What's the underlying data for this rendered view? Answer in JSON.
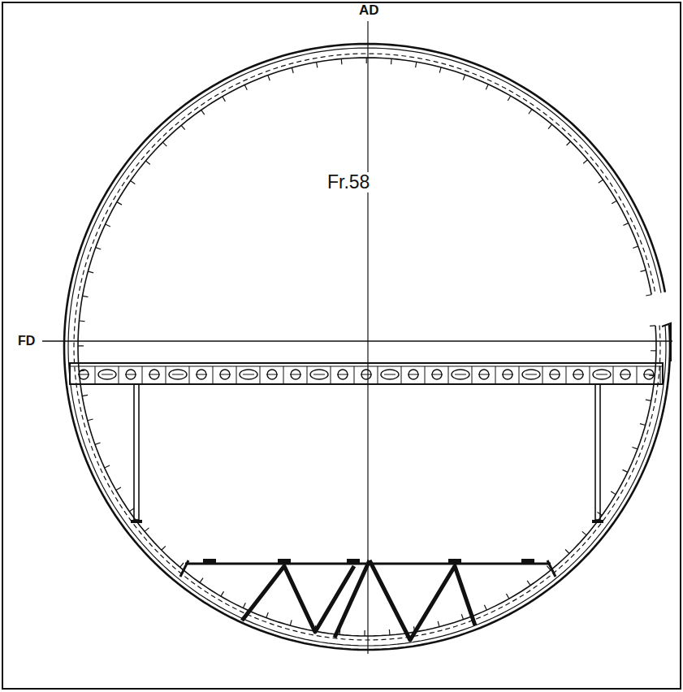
{
  "diagram": {
    "labels": [
      "AD",
      "Fr.58",
      "FD"
    ]
  }
}
